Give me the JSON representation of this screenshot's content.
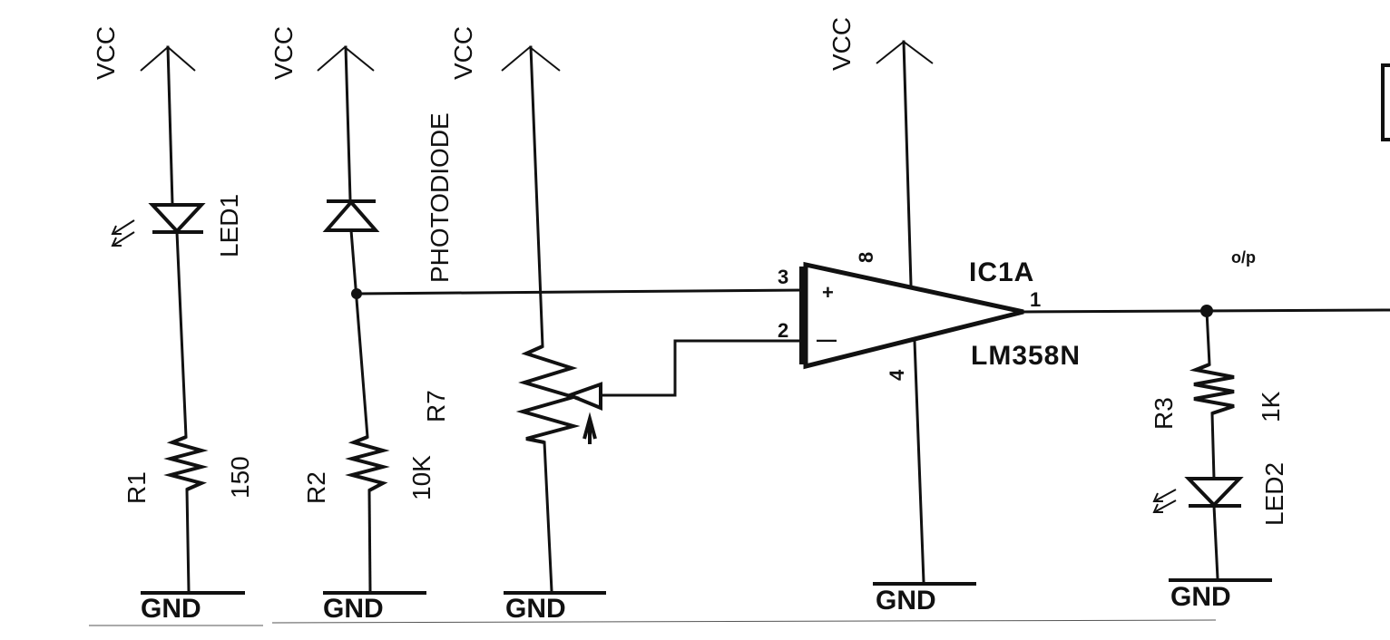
{
  "labels": {
    "vcc": "VCC",
    "gnd": "GND",
    "led1": "LED1",
    "r1": "R1",
    "r1_value": "150",
    "photodiode": "PHOTODIODE",
    "r2": "R2",
    "r2_value": "10K",
    "r7": "R7",
    "ic_name": "IC1A",
    "ic_part": "LM358N",
    "pin_plus_num": "3",
    "pin_minus_num": "2",
    "pin_out_num": "1",
    "pin_vcc_num": "8",
    "pin_gnd_num": "4",
    "plus_sign": "+",
    "minus_sign": "—",
    "output": "o/p",
    "r3": "R3",
    "r3_value": "1K",
    "led2": "LED2"
  }
}
